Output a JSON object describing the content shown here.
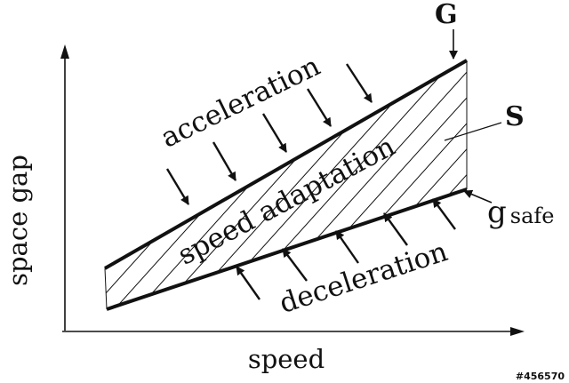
{
  "diagram": {
    "axes": {
      "x_label": "speed",
      "y_label": "space gap"
    },
    "curves": {
      "upper_label": "G",
      "lower_label_main": "g",
      "lower_label_sub": "safe",
      "region_label": "S"
    },
    "annotations": {
      "above": "acceleration",
      "middle": "speed adaptation",
      "below": "deceleration"
    }
  },
  "watermark": "#456570",
  "colors": {
    "ink": "#111111",
    "background": "#ffffff"
  }
}
